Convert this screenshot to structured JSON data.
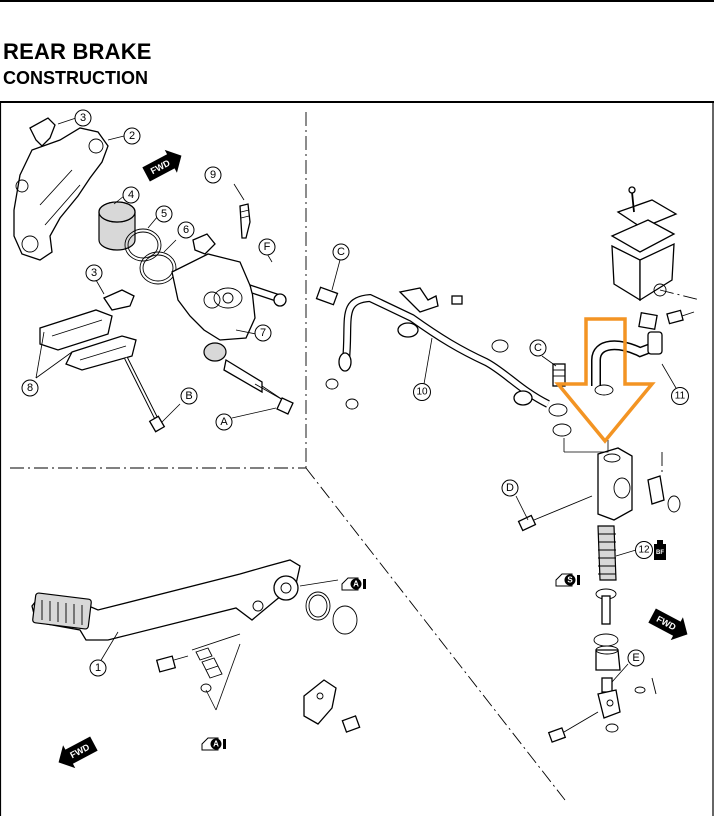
{
  "header": {
    "title": "REAR BRAKE",
    "subtitle": "CONSTRUCTION"
  },
  "callouts": [
    "1",
    "2",
    "3",
    "4",
    "5",
    "6",
    "7",
    "8",
    "9",
    "10",
    "11",
    "12"
  ],
  "letter_refs": {
    "A": "A",
    "B": "B",
    "C": "C",
    "D": "D",
    "E": "E",
    "F": "F"
  },
  "arrows": {
    "fwd": "FWD"
  },
  "symbols": {
    "grease_a": "A",
    "grease_s": "S",
    "bf": "BF"
  },
  "highlight": {
    "color": "#F39423"
  }
}
